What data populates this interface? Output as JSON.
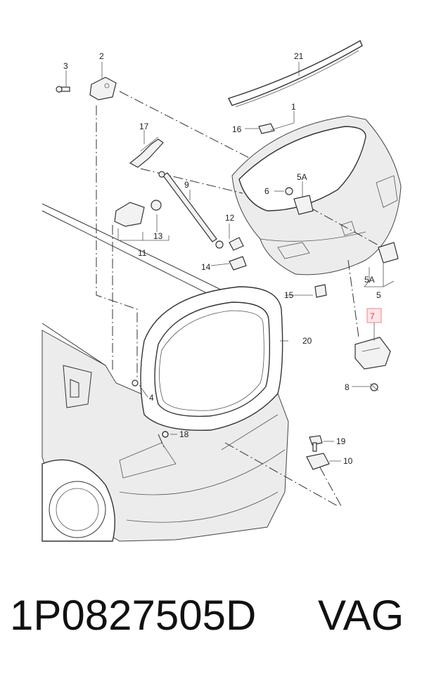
{
  "diagram": {
    "callouts": [
      "1",
      "2",
      "3",
      "4",
      "5",
      "5A",
      "5A",
      "6",
      "7",
      "8",
      "9",
      "10",
      "11",
      "12",
      "13",
      "14",
      "15",
      "16",
      "17",
      "18",
      "19",
      "20",
      "21"
    ],
    "highlighted_callout": "7"
  },
  "footer": {
    "part_number": "1P0827505D",
    "brand": "VAG"
  }
}
